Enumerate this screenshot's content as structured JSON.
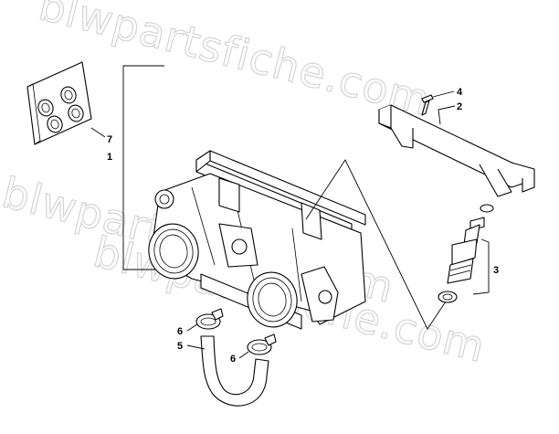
{
  "watermark": {
    "lines": [
      "blwpartsfiche.com",
      "blwpartsfiche.com",
      "blwpartsfiche.com"
    ]
  },
  "callouts": {
    "item_1": "1",
    "item_2": "2",
    "item_3": "3",
    "item_4": "4",
    "item_5": "5",
    "item_6a": "6",
    "item_6b": "6",
    "item_7": "7"
  }
}
